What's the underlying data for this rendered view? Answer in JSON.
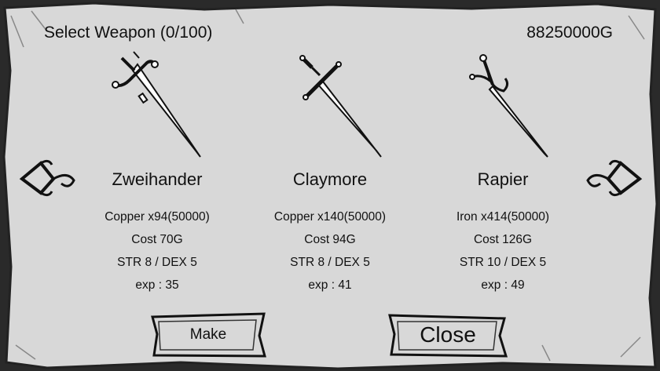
{
  "header": {
    "title": "Select Weapon (0/100)",
    "gold": "88250000G"
  },
  "weapons": [
    {
      "icon": "zweihander-sword-icon",
      "name": "Zweihander",
      "material": "Copper x94(50000)",
      "cost": "Cost 70G",
      "stats": "STR 8 / DEX 5",
      "exp": "exp : 35"
    },
    {
      "icon": "claymore-sword-icon",
      "name": "Claymore",
      "material": "Copper x140(50000)",
      "cost": "Cost 94G",
      "stats": "STR 8 / DEX 5",
      "exp": "exp : 41"
    },
    {
      "icon": "rapier-sword-icon",
      "name": "Rapier",
      "material": "Iron x414(50000)",
      "cost": "Cost 126G",
      "stats": "STR 10 / DEX 5",
      "exp": "exp : 49"
    }
  ],
  "buttons": {
    "make": "Make",
    "close": "Close"
  },
  "colors": {
    "parchment": "#d8d8d8",
    "ink": "#111111",
    "blade": "#ffffff"
  }
}
